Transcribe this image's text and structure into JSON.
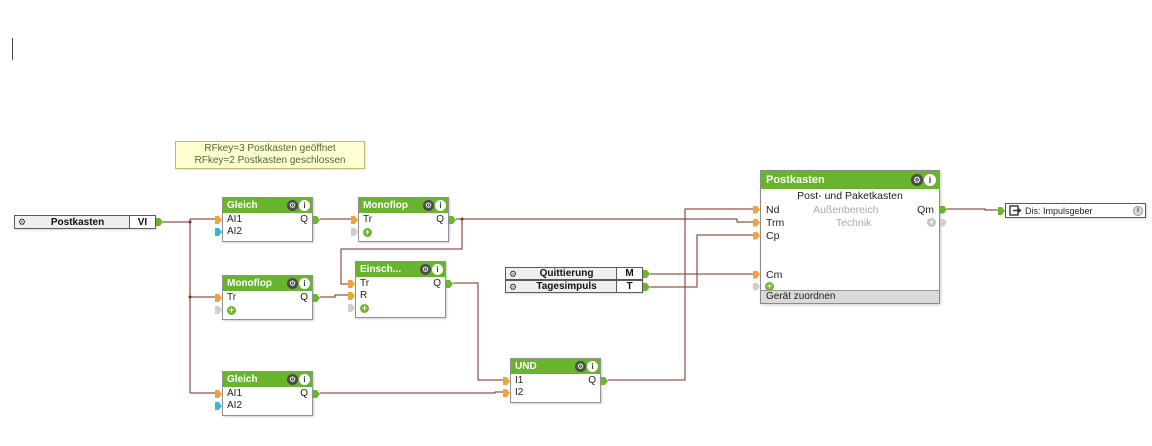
{
  "colors": {
    "block_header_green": "#69b42d",
    "wire": "#7d2b1b",
    "pin_orange": "#f2a33c",
    "pin_blue": "#35b6e5",
    "pin_green": "#6cb52d",
    "pin_gray": "#cfcfcf",
    "note_background": "#ffffd2"
  },
  "icons": {
    "gear": "⚙",
    "info": "i",
    "plus": "+"
  },
  "note": {
    "line1": "RFkey=3 Postkasten geöffnet",
    "line2": "RFkey=2 Postkasten geschlossen"
  },
  "refs": {
    "vi": {
      "label": "Postkasten",
      "tag": "VI"
    },
    "quittierung": {
      "label": "Quittierung",
      "tag": "M"
    },
    "tagesimpuls": {
      "label": "Tagesimpuls",
      "tag": "T"
    },
    "dis": {
      "label": "Dis: Impulsgeber"
    }
  },
  "blocks": {
    "gleich1": {
      "title": "Gleich",
      "in1": "AI1",
      "in2": "AI2",
      "out": "Q"
    },
    "monoflop1": {
      "title": "Monoflop",
      "in1": "Tr",
      "out": "Q"
    },
    "monoflop2": {
      "title": "Monoflop",
      "in1": "Tr",
      "out": "Q"
    },
    "einschalt": {
      "title": "Einsch...",
      "in1": "Tr",
      "in2": "R",
      "out": "Q"
    },
    "gleich2": {
      "title": "Gleich",
      "in1": "AI1",
      "in2": "AI2",
      "out": "Q"
    },
    "und": {
      "title": "UND",
      "in1": "I1",
      "in2": "I2",
      "out": "Q"
    }
  },
  "device": {
    "title": "Postkasten",
    "subtitle": "Post- und Paketkasten",
    "room": "Außenbereich",
    "category": "Technik",
    "in1": "Nd",
    "in2": "Trm",
    "in3": "Cp",
    "in4": "Cm",
    "out1": "Qm",
    "footer": "Gerät zuordnen"
  }
}
